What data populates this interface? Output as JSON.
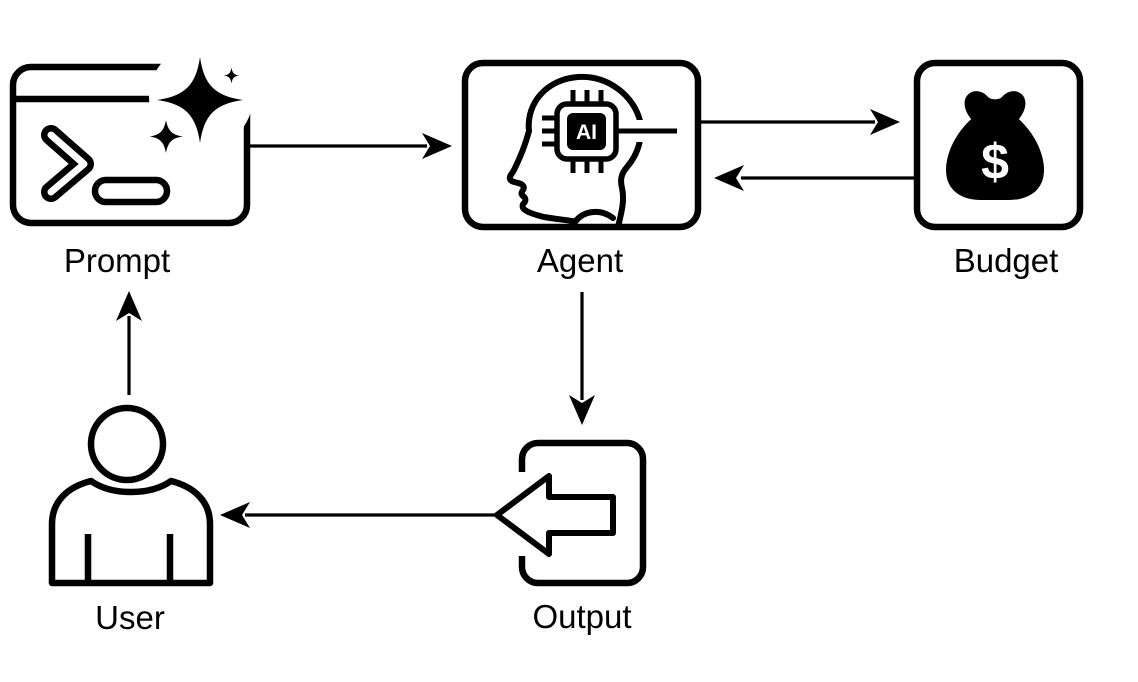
{
  "diagram": {
    "title": "Prompt-Agent-Budget-Output-User flow diagram",
    "colors": {
      "ink": "#000000",
      "background": "#ffffff"
    },
    "nodes": {
      "prompt": {
        "label": "Prompt",
        "icon": "terminal-sparkle-icon"
      },
      "agent": {
        "label": "Agent",
        "icon": "head-chip-icon",
        "chip_text": "AI"
      },
      "budget": {
        "label": "Budget",
        "icon": "money-bag-icon",
        "currency_symbol": "$"
      },
      "output": {
        "label": "Output",
        "icon": "export-arrow-icon"
      },
      "user": {
        "label": "User",
        "icon": "person-icon"
      }
    },
    "edges": [
      {
        "from": "Prompt",
        "to": "Agent"
      },
      {
        "from": "Agent",
        "to": "Budget"
      },
      {
        "from": "Budget",
        "to": "Agent"
      },
      {
        "from": "Agent",
        "to": "Output"
      },
      {
        "from": "Output",
        "to": "User"
      },
      {
        "from": "User",
        "to": "Prompt"
      }
    ]
  }
}
